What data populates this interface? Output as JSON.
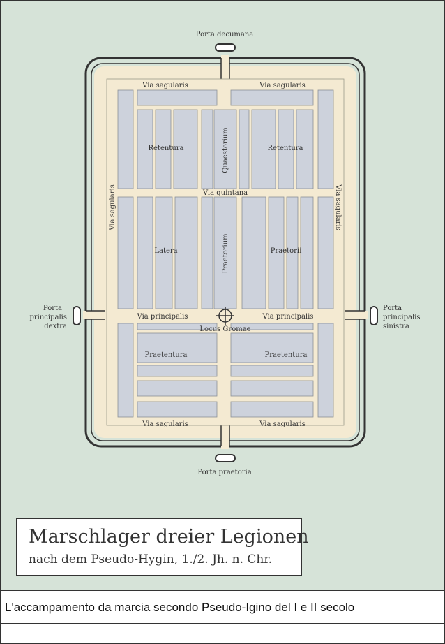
{
  "gates": {
    "decumana": "Porta decumana",
    "praetoria": "Porta praetoria",
    "dextra": [
      "Porta",
      "principalis",
      "dextra"
    ],
    "sinistra": [
      "Porta",
      "principalis",
      "sinistra"
    ]
  },
  "roads": {
    "sagularis_top_left": "Via sagularis",
    "sagularis_top_right": "Via sagularis",
    "sagularis_bottom_left": "Via sagularis",
    "sagularis_bottom_right": "Via sagularis",
    "sagularis_left": "Via sagularis",
    "sagularis_right": "Via sagularis",
    "quintana": "Via quintana",
    "principalis_left": "Via principalis",
    "principalis_right": "Via principalis",
    "gromae": "Locus Gromae"
  },
  "zones": {
    "retentura_left": "Retentura",
    "retentura_right": "Retentura",
    "quaestorium": "Quaestorium",
    "latera": "Latera",
    "praetorium": "Praetorium",
    "praetorii": "Praetorii",
    "praetentura_left": "Praetentura",
    "praetentura_right": "Praetentura"
  },
  "legend": {
    "title": "Marschlager dreier Legionen",
    "subtitle": "nach dem Pseudo-Hygin, 1./2. Jh. n. Chr."
  },
  "caption": "L'accampamento da marcia secondo Pseudo-Igino del I e II secolo",
  "colors": {
    "background": "#d6e3d8",
    "camp_ground": "#f4ead2",
    "block": "#cdd2dc",
    "ink": "#333333"
  }
}
